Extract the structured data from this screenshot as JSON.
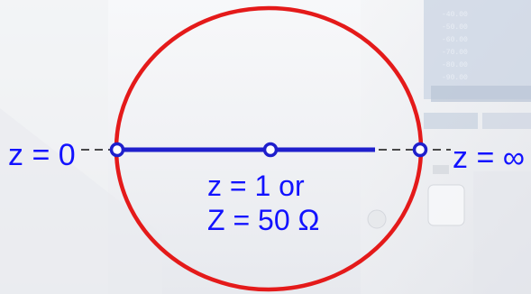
{
  "colors": {
    "circle": "#e41a1a",
    "line": "#1f1fcc",
    "dashed": "#111111",
    "text": "#1212ff",
    "dot_fill": "#ffffff"
  },
  "labels": {
    "z_zero": "z = 0",
    "z_infinity": "z = ∞",
    "z_one": "z = 1 or",
    "z_fifty_ohm": "Z = 50 Ω"
  }
}
